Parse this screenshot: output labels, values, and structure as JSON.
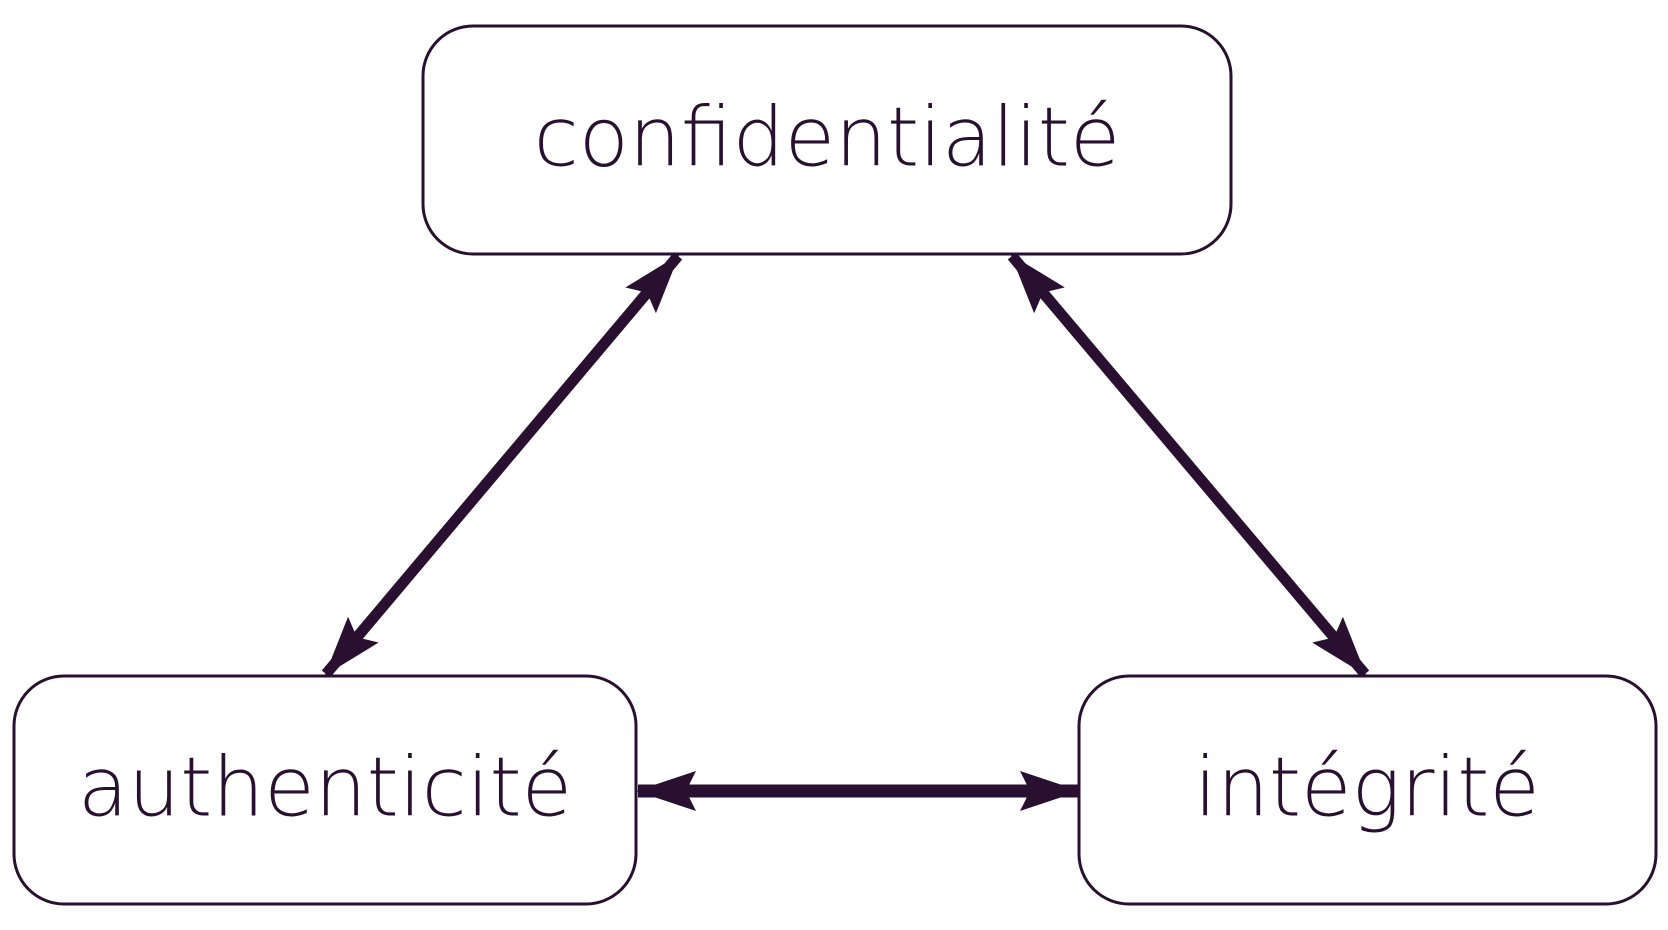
{
  "colors": {
    "stroke": "#2a1030",
    "text": "#2a1030",
    "background": "#ffffff"
  },
  "nodes": {
    "confidentialite": {
      "label": "confidentialité"
    },
    "authenticite": {
      "label": "authenticité"
    },
    "integrite": {
      "label": "intégrité"
    }
  },
  "edges": [
    {
      "from": "confidentialite",
      "to": "authenticite",
      "bidirectional": true
    },
    {
      "from": "confidentialite",
      "to": "integrite",
      "bidirectional": true
    },
    {
      "from": "authenticite",
      "to": "integrite",
      "bidirectional": true
    }
  ]
}
